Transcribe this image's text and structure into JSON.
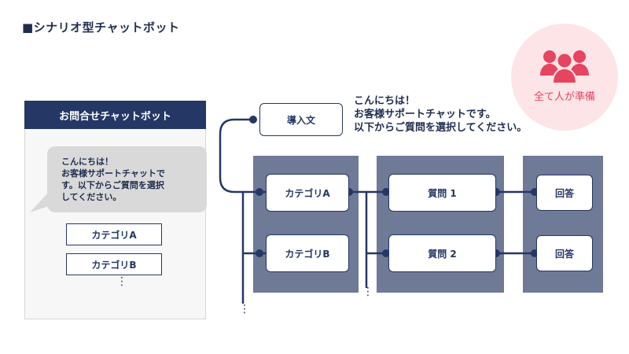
{
  "title": "■シナリオ型チャットボット",
  "badge": {
    "label": "全て人が準備",
    "icon": "people-group-icon",
    "color": "#e54560"
  },
  "chat": {
    "header": "お問合せチャットボット",
    "message": "こんにちは！\nお客様サポートチャットで\nす。以下からご質問を選択\nしてください。",
    "options": [
      "カテゴリA",
      "カテゴリB"
    ],
    "more": "⋮"
  },
  "flow": {
    "intro_node": "導入文",
    "intro_text": "こんにちは！\nお客様サポートチャットです。\n以下からご質問を選択してください。",
    "categories": [
      "カテゴリA",
      "カテゴリB"
    ],
    "questions": [
      "質問 1",
      "質問 2"
    ],
    "answers": [
      "回答",
      "回答"
    ],
    "more": "⋮"
  },
  "colors": {
    "navy": "#243765",
    "panel": "#6e7a96",
    "badge_bg": "#fde4e6"
  }
}
